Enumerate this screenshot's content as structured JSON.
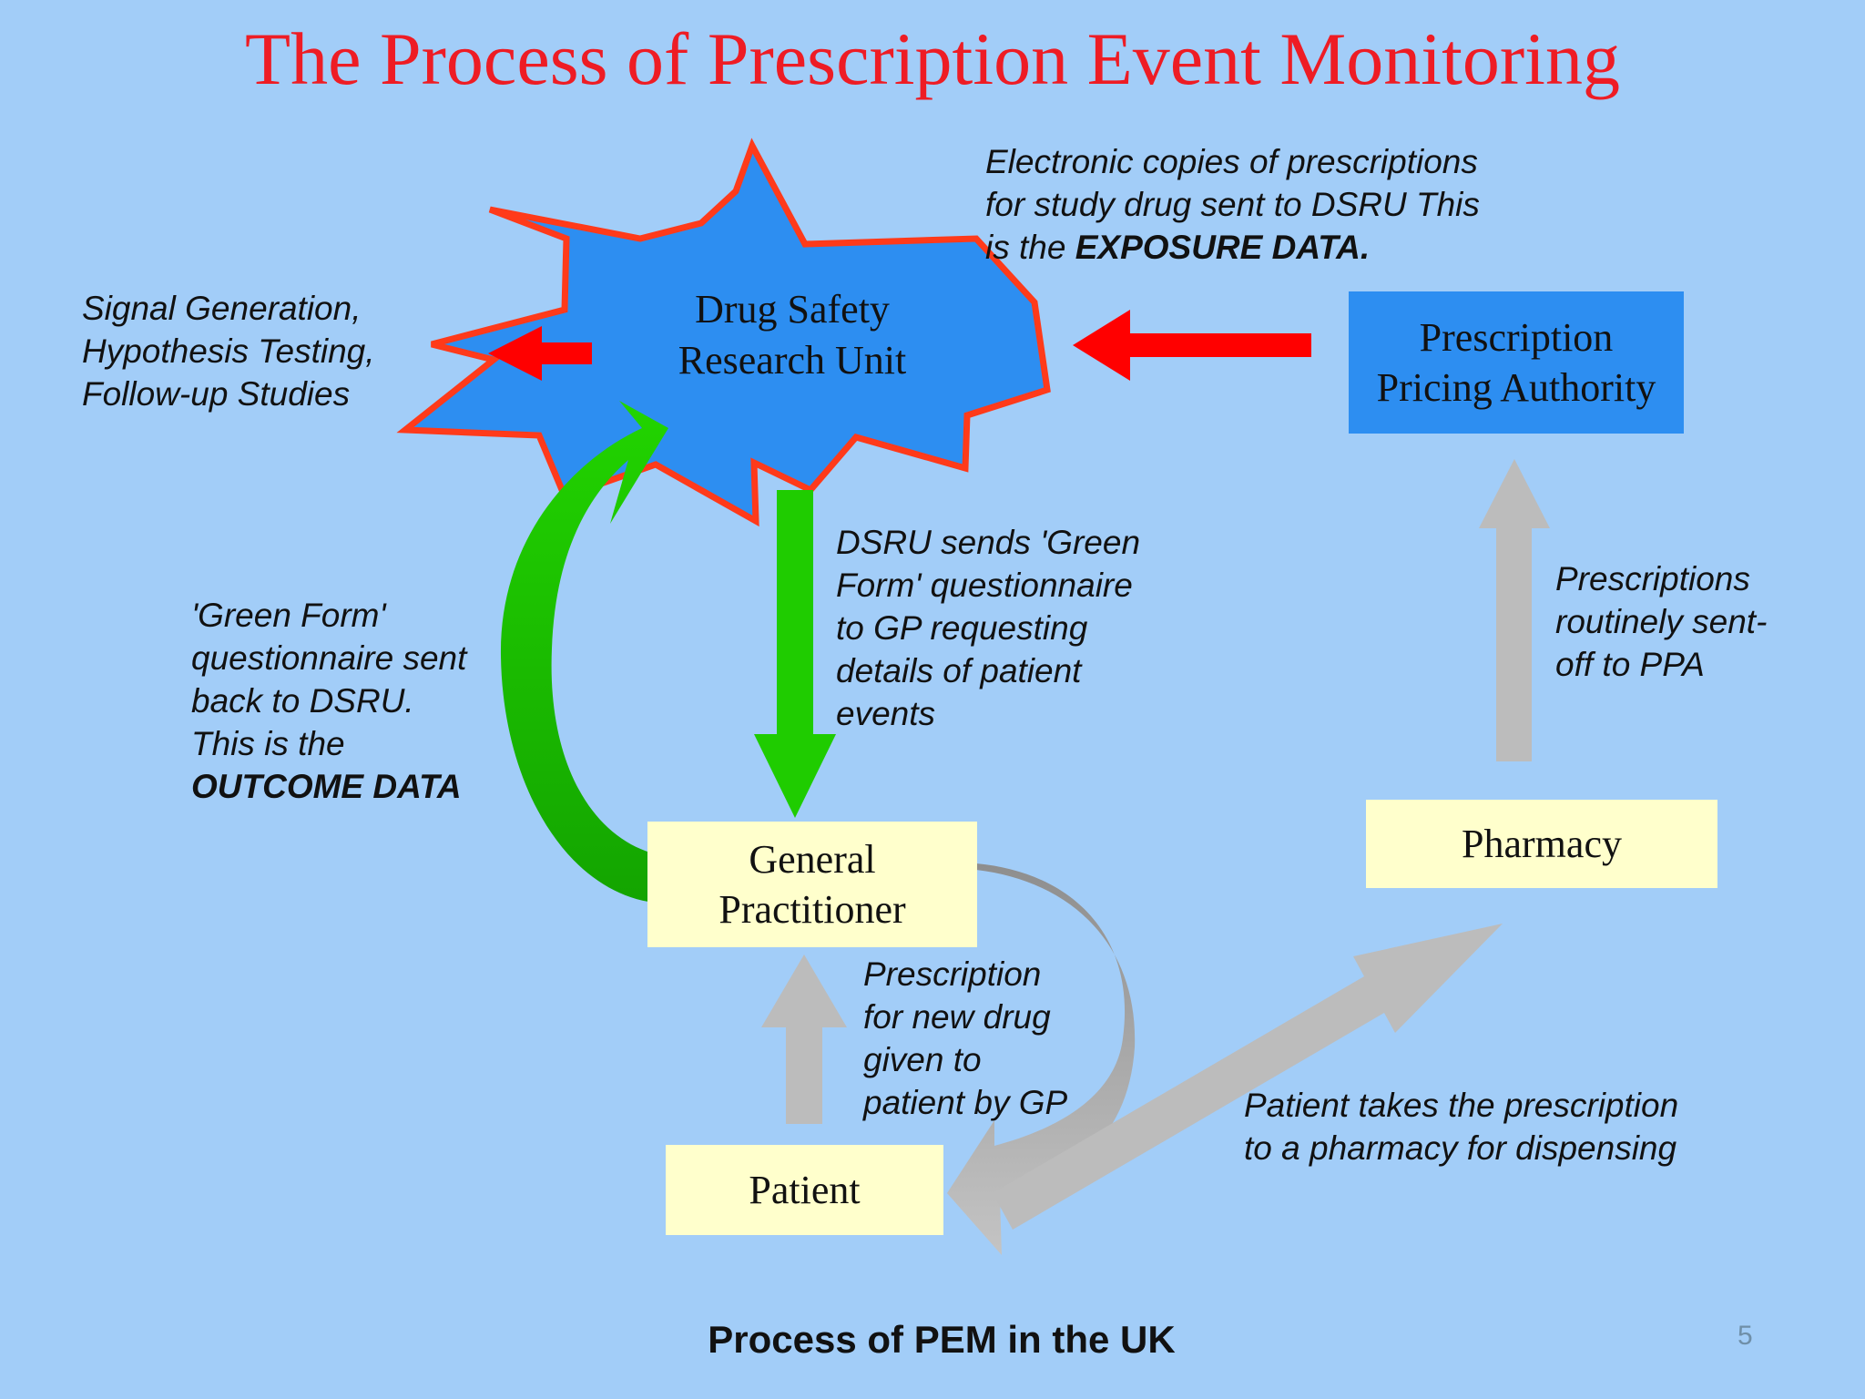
{
  "title": "The Process of Prescription Event Monitoring",
  "nodes": {
    "dsru": {
      "lines": [
        "Drug Safety",
        "Research Unit"
      ]
    },
    "ppa": {
      "lines": [
        "Prescription",
        "Pricing Authority"
      ]
    },
    "gp": {
      "lines": [
        "General",
        "Practitioner"
      ]
    },
    "pharmacy": {
      "lines": [
        "Pharmacy"
      ]
    },
    "patient": {
      "lines": [
        "Patient"
      ]
    }
  },
  "notes": {
    "signal": {
      "lines": [
        "Signal Generation,",
        "Hypothesis Testing,",
        "Follow-up Studies"
      ]
    },
    "exposure": {
      "lines": [
        "Electronic copies of prescriptions",
        "for study drug sent to DSRU This",
        "is the "
      ],
      "bold": "EXPOSURE DATA."
    },
    "dsru_sends": {
      "lines": [
        "DSRU sends 'Green",
        "Form' questionnaire",
        "to GP requesting",
        "details of patient",
        "events"
      ]
    },
    "green_form": {
      "lines": [
        "'Green Form'",
        "questionnaire sent",
        "back to DSRU.",
        "This is the"
      ],
      "bold": "OUTCOME DATA"
    },
    "ppa_note": {
      "lines": [
        "Prescriptions",
        "routinely sent-",
        "off to PPA"
      ]
    },
    "rx_note": {
      "lines": [
        "Prescription",
        "for new drug",
        "given to",
        "patient by GP"
      ]
    },
    "pharmacy_note": {
      "lines": [
        "Patient takes the prescription",
        "to a pharmacy for dispensing"
      ]
    }
  },
  "caption": "Process of  PEM in the UK",
  "page_number": "5",
  "colors": {
    "background": "#a2cdf8",
    "title": "#ee1c24",
    "red_arrow": "#ff0000",
    "green_arrow": "#1fcc00",
    "grey_arrow": "#bcbcbc",
    "star_fill": "#2d8ef1",
    "star_outline": "#ff3a1a",
    "node_fill": "#ffffcc",
    "ppa_fill": "#2d8ef1"
  }
}
